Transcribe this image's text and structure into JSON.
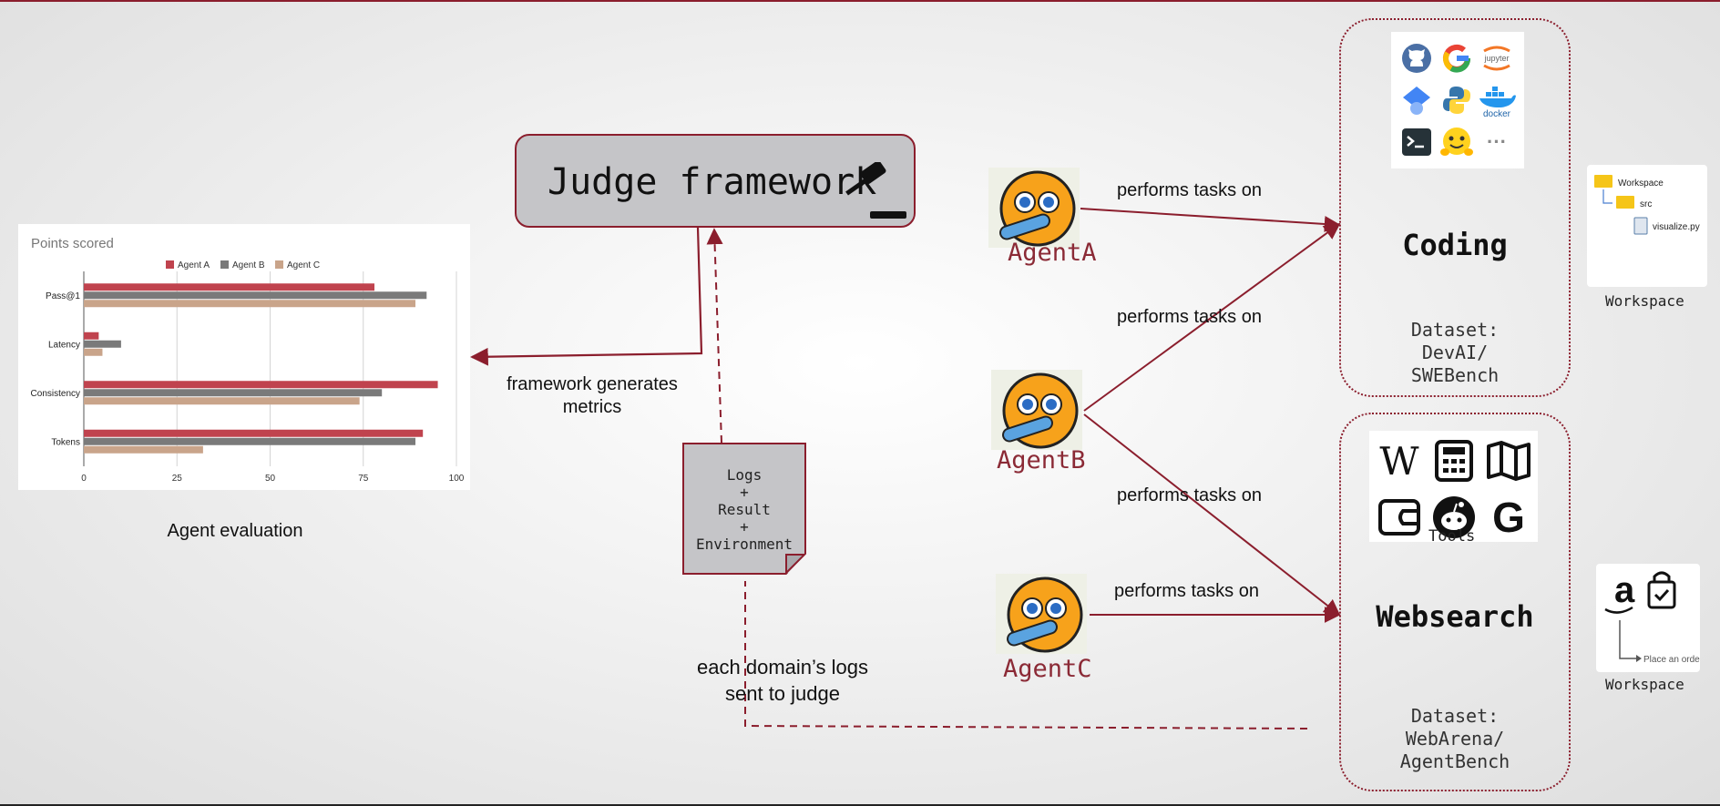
{
  "judge": {
    "title": "Judge framework",
    "icon": "gavel-icon"
  },
  "chart": {
    "chart_data": {
      "type": "bar",
      "orientation": "horizontal",
      "title": "Points scored",
      "categories": [
        "Pass@1",
        "Latency",
        "Consistency",
        "Tokens"
      ],
      "series": [
        {
          "name": "Agent A",
          "color": "#c0434e",
          "values": [
            78,
            4,
            95,
            91
          ]
        },
        {
          "name": "Agent B",
          "color": "#7a7a7a",
          "values": [
            92,
            10,
            80,
            89
          ]
        },
        {
          "name": "Agent C",
          "color": "#c9a48a",
          "values": [
            89,
            5,
            74,
            32
          ]
        }
      ],
      "xticks": [
        0,
        25,
        50,
        75,
        100
      ],
      "xlim": [
        0,
        100
      ],
      "grid": true,
      "legend": "top"
    },
    "caption": "Agent evaluation"
  },
  "edges": {
    "metrics_label_line1": "framework generates",
    "metrics_label_line2": "metrics",
    "logs_label_line1": "each domain’s logs",
    "logs_label_line2": "sent to judge",
    "performs": "performs tasks on"
  },
  "logs_note": {
    "lines": [
      "Logs",
      "+",
      "Result",
      "+",
      "Environment"
    ]
  },
  "agents": [
    {
      "name": "AgentA"
    },
    {
      "name": "AgentB"
    },
    {
      "name": "AgentC"
    }
  ],
  "domains": {
    "coding": {
      "title": "Coding",
      "dataset_lines": [
        "Dataset:",
        "DevAI/",
        "SWEBench"
      ],
      "icons": [
        "github-icon",
        "google-icon",
        "jupyter-icon",
        "gcloud-icon",
        "python-icon",
        "docker-icon",
        "terminal-icon",
        "huggingface-icon",
        "more-icon"
      ],
      "jupyter_text": "jupyter",
      "docker_text": "docker",
      "more_text": "···"
    },
    "websearch": {
      "title": "Websearch",
      "dataset_lines": [
        "Dataset:",
        "WebArena/",
        "AgentBench"
      ],
      "tools_label": "Tools",
      "icons": [
        "wikipedia-icon",
        "calculator-icon",
        "map-icon",
        "wallet-icon",
        "reddit-icon",
        "google-icon"
      ],
      "wiki_text": "W",
      "g_text": "G"
    }
  },
  "workspaces": {
    "coding": {
      "label": "Workspace",
      "tree": [
        "Workspace",
        "src",
        "visualize.py"
      ]
    },
    "websearch": {
      "label": "Workspace",
      "amazon_text": "a",
      "order_text": "Place an order"
    }
  }
}
